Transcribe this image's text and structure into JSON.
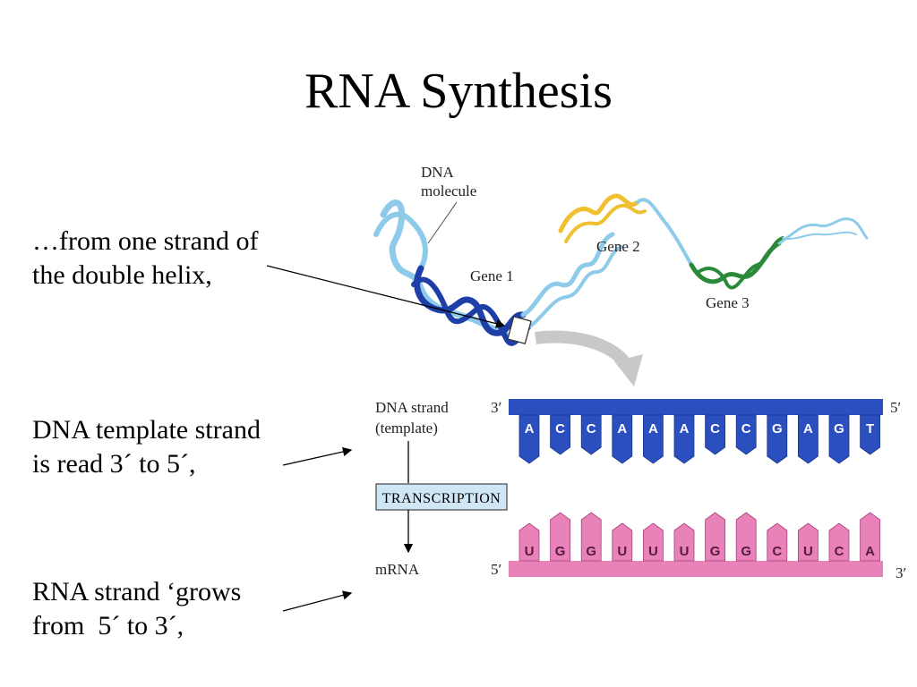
{
  "title": "RNA Synthesis",
  "notes": {
    "strand": "…from one strand of\nthe double helix,",
    "template": "DNA template strand\nis read 3´ to 5´,",
    "rna": "RNA strand ‘grows\nfrom  5´ to 3´,"
  },
  "figure": {
    "dna_molecule_label": [
      "DNA",
      "molecule"
    ],
    "gene1": "Gene 1",
    "gene2": "Gene 2",
    "gene3": "Gene 3",
    "dna_strand_label": [
      "DNA strand",
      "(template)"
    ],
    "transcription_label": "TRANSCRIPTION",
    "mrna_label": "mRNA",
    "end_3": "3′",
    "end_5": "5′",
    "dna_bases": [
      "A",
      "C",
      "C",
      "A",
      "A",
      "A",
      "C",
      "C",
      "G",
      "A",
      "G",
      "T"
    ],
    "rna_bases": [
      "U",
      "G",
      "G",
      "U",
      "U",
      "U",
      "G",
      "G",
      "C",
      "U",
      "C",
      "A"
    ],
    "colors": {
      "dna_template": "#2b4fbf",
      "mrna": "#e882b8",
      "gene1": "#1f3fa8",
      "gene2": "#f0c030",
      "gene3": "#2a8a3a",
      "helix_light": "#8ecbea",
      "transcription_box": "#cfe7f5"
    }
  }
}
